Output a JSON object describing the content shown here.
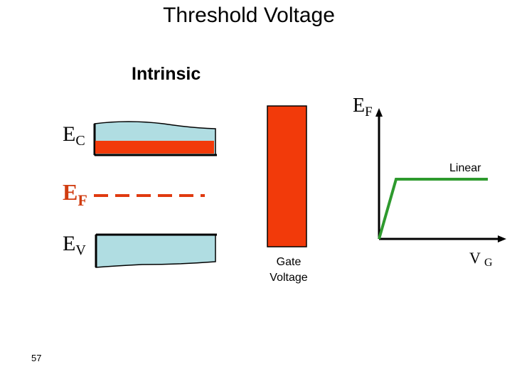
{
  "slide": {
    "title": "Threshold Voltage",
    "subtitle": "Intrinsic",
    "page_number": "57"
  },
  "band_diagram": {
    "ec_label": "E",
    "ec_sub": "C",
    "ef_label": "E",
    "ef_sub": "F",
    "ev_label": "E",
    "ev_sub": "V",
    "band_color": "#b0dde2",
    "fermi_color": "#e03a10",
    "conduction_strip_color": "#f23a0a"
  },
  "gate_bar": {
    "label_line1": "Gate",
    "label_line2": "Voltage",
    "color": "#f23a0a"
  },
  "graph": {
    "y_axis_label": "E",
    "y_axis_sub": "F",
    "x_axis_label": "V",
    "x_axis_sub": "G",
    "curve_label": "Linear",
    "curve_color": "#2e9a2e"
  }
}
